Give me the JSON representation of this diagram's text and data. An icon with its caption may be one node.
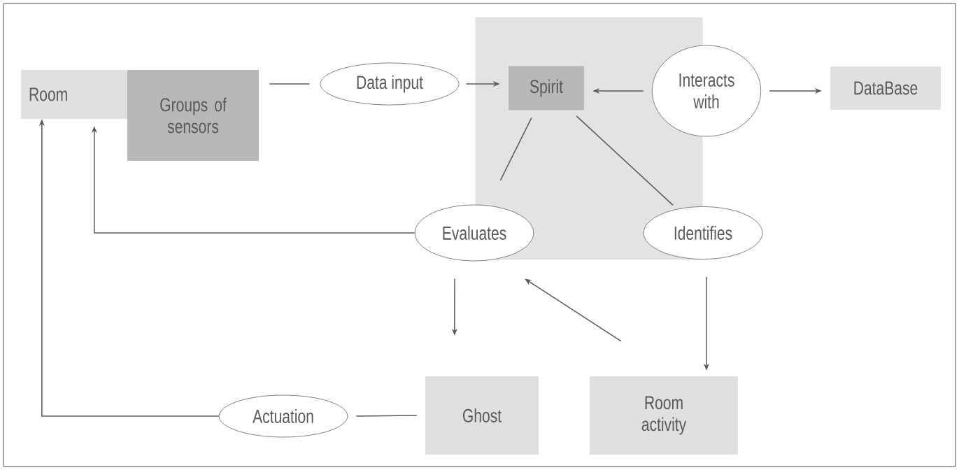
{
  "diagram": {
    "nodes": [
      {
        "text": [
          "Room"
        ]
      },
      {
        "text": [
          "Groups of sensors"
        ]
      },
      {
        "text": [
          "Data input"
        ]
      },
      {
        "text": [],
        "shape": "box"
      },
      {
        "text": [
          "Spirit"
        ],
        "in": 3
      },
      {
        "text": [
          "Interacts with"
        ]
      },
      {
        "text": [
          "DataBase"
        ]
      },
      {
        "text": [
          "Evaluates"
        ]
      },
      {
        "text": [
          "Identifies"
        ]
      },
      {
        "text": [
          "Actuation"
        ]
      },
      {
        "text": [
          "Ghost"
        ]
      },
      {
        "text": [
          "Room activity"
        ]
      }
    ],
    "edges": [
      {
        "from": 1,
        "to": 2,
        "arrow": "none"
      },
      {
        "from": 2,
        "to": 4,
        "arrow": "to"
      },
      {
        "from": 5,
        "to": 4,
        "arrow": "to"
      },
      {
        "from": 5,
        "to": 6,
        "arrow": "to"
      },
      {
        "from": 4,
        "to": 7,
        "arrow": "none"
      },
      {
        "from": 4,
        "to": 8,
        "arrow": "none"
      },
      {
        "from": 7,
        "to": 0,
        "arrow": "to"
      },
      {
        "from": 7,
        "to": 10,
        "arrow": "to"
      },
      {
        "from": 11,
        "to": 7,
        "arrow": "to"
      },
      {
        "from": 8,
        "to": 11,
        "arrow": "to"
      },
      {
        "from": 10,
        "to": 9,
        "arrow": "none"
      },
      {
        "from": 9,
        "to": 0,
        "arrow": "to"
      }
    ]
  }
}
